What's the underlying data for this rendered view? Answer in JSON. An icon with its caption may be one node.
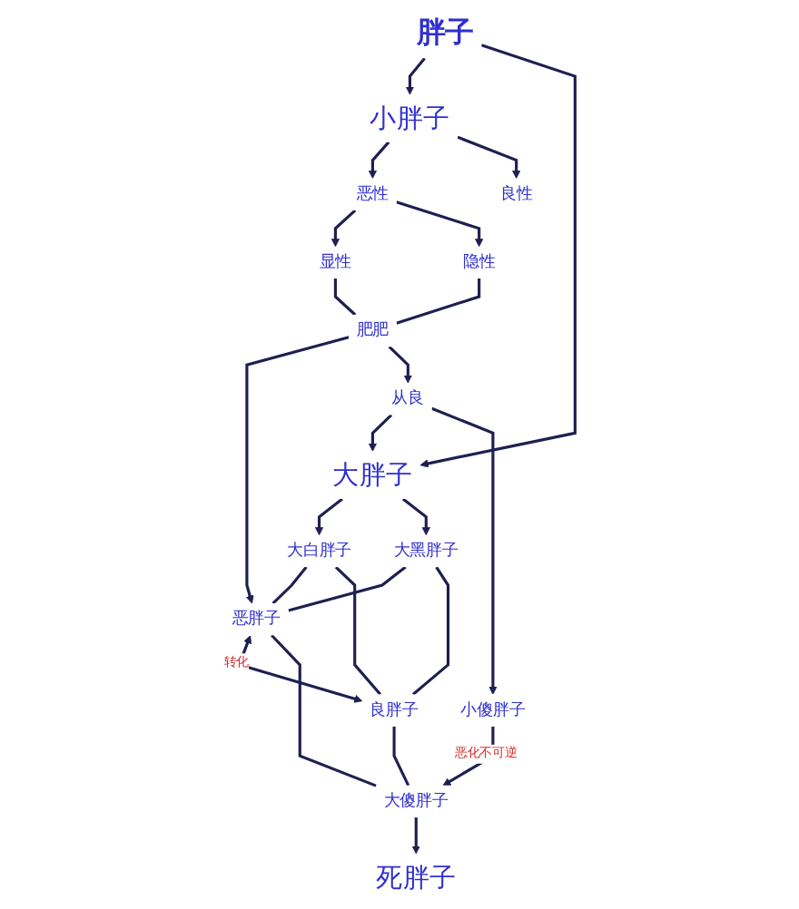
{
  "diagram": {
    "nodes": [
      {
        "text": [
          "胖子"
        ]
      },
      {
        "text": [
          "小胖子"
        ]
      },
      {
        "text": [
          "大胖子"
        ]
      },
      {
        "text": [
          "恶性"
        ]
      },
      {
        "text": [
          "良性"
        ]
      },
      {
        "text": [
          "大白胖子"
        ]
      },
      {
        "text": [
          "大黑胖子"
        ]
      },
      {
        "text": [
          "显性"
        ]
      },
      {
        "text": [
          "隐性"
        ]
      },
      {
        "text": [
          "恶胖子"
        ]
      },
      {
        "text": [
          "良胖子"
        ]
      },
      {
        "text": [
          "肥肥"
        ]
      },
      {
        "text": [
          "从良"
        ]
      },
      {
        "text": [
          "大傻胖子"
        ]
      },
      {
        "text": [
          "小傻胖子"
        ]
      },
      {
        "text": [
          "死胖子"
        ]
      }
    ],
    "edges": [
      {
        "from": 0,
        "to": 1,
        "arrow": "to"
      },
      {
        "from": 0,
        "to": 2,
        "arrow": "to"
      },
      {
        "from": 1,
        "to": 3,
        "arrow": "to"
      },
      {
        "from": 1,
        "to": 4,
        "arrow": "to"
      },
      {
        "from": 2,
        "to": 5,
        "arrow": "to"
      },
      {
        "from": 2,
        "to": 6,
        "arrow": "to"
      },
      {
        "from": 3,
        "to": 7,
        "arrow": "to"
      },
      {
        "from": 3,
        "to": 8,
        "arrow": "to"
      },
      {
        "from": 5,
        "to": 9,
        "arrow": "none"
      },
      {
        "from": 5,
        "to": 10,
        "arrow": "none"
      },
      {
        "from": 6,
        "to": 9,
        "arrow": "none"
      },
      {
        "from": 6,
        "to": 10,
        "arrow": "none"
      },
      {
        "from": 9,
        "to": 10,
        "arrow": "both",
        "label": "转化"
      },
      {
        "from": 7,
        "to": 11,
        "arrow": "none"
      },
      {
        "from": 8,
        "to": 11,
        "arrow": "none"
      },
      {
        "from": 11,
        "to": 9,
        "arrow": "to"
      },
      {
        "from": 11,
        "to": 12,
        "arrow": "to"
      },
      {
        "from": 12,
        "to": 2,
        "arrow": "to"
      },
      {
        "from": 9,
        "to": 13,
        "arrow": "none"
      },
      {
        "from": 10,
        "to": 13,
        "arrow": "none"
      },
      {
        "from": 12,
        "to": 14,
        "arrow": "to"
      },
      {
        "from": 14,
        "to": 13,
        "arrow": "to",
        "label": "恶化不可逆"
      },
      {
        "from": 13,
        "to": 15,
        "arrow": "to"
      }
    ]
  }
}
